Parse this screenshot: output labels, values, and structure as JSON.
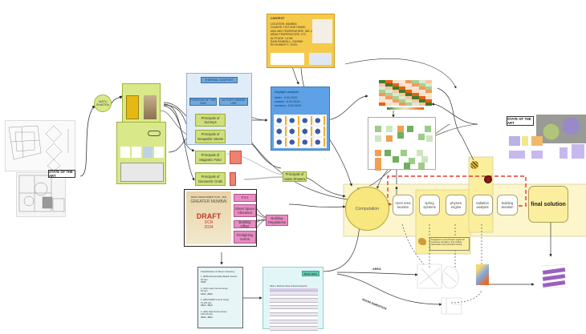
{
  "state_of_art_left": {
    "label": "STATE OF THE ART"
  },
  "vastu": {
    "label": "VASTU SHASTRA"
  },
  "thermal": {
    "title": "THERMAL COMFORT",
    "left": "POSITION OF THE SUN",
    "right": "ACTIVITY BASED USE"
  },
  "principles": [
    {
      "label": "Principals of Sunrays"
    },
    {
      "label": "Principals of Geopathic Stress"
    },
    {
      "label": "Principals of Magnetic Field"
    },
    {
      "label": "Principals of Geometric Grids"
    }
  ],
  "vastu_principles": {
    "label": "Principals of Vastu Shastra"
  },
  "context": {
    "title": "CONTEXT",
    "lines": [
      "LOCATION: MUMBAI",
      "CLIMATE: HOT AND HUMID",
      "MAX-MIN TEMPERATURE: 35C-18",
      "MEAN TEMPERATURE: 27C",
      "ALTITUDE: 14.0M",
      "RAIN RAINFALL: 2422MM",
      "RH HUMIDITY: 75.8%"
    ]
  },
  "daylight": {
    "title": "Daylight analysis",
    "lines": [
      "winter - 9.00-15:00",
      "summer - 6.00-15:00",
      "monsoon - 6.00-15:00"
    ]
  },
  "dcr": {
    "lines": [
      "DRAFT DEVELOPMENT PLAN - 2034",
      "GREATER MUMBAI",
      "DRAFT",
      "DCR",
      "2034"
    ]
  },
  "dcr_items": [
    {
      "label": "F.S.I"
    },
    {
      "label": "Street Space Allocation"
    },
    {
      "label": "Building Offset"
    },
    {
      "label": "Firefighting norms"
    }
  ],
  "building_regulations": {
    "label": "Building Regulations"
  },
  "classification": {
    "title": "Classification of Room Housing",
    "items": [
      "1. (EWS) Economically Weaker Section\n   30 sqm\n   1BHK",
      "2. (LIG) Lower Income Group\n   60 sqm\n   1BHK, 2BHK",
      "3. (MIG) Middle Income Group\n   70-120 sqm\n   2BHK, 3BHK",
      "4. (HIG) High Income Group\n   120-170 sqm\n   3BHK, 4BHK"
    ]
  },
  "room_sizes": {
    "label": "Room sizes",
    "table_title": "Table 1: Minimum Sizes of Rooms Required"
  },
  "computation": {
    "label": "Computation"
  },
  "processes": [
    {
      "label": "room area location"
    },
    {
      "label": "spring systems"
    },
    {
      "label": "physics engine"
    },
    {
      "label": "radiation analysis"
    },
    {
      "label": "building iteration"
    }
  ],
  "final_solution": {
    "label": "final solution"
  },
  "state_of_art_right": {
    "label": "STATE OF THE ART"
  },
  "kangaroo_note": {
    "text": "Kangaroo is a Live Physics engine for interactive simulation, form-finding, optimization and constraint solving"
  },
  "arrows": {
    "area": "AREA",
    "room_dimension": "ROOM DIMENTION"
  },
  "colors": {
    "lime": "#d9e98a",
    "pink": "#e98cc3",
    "blue": "#6ea7dd",
    "yellow": "#fbeea0",
    "context": "#f5c94a",
    "red_dash": "#e53b2a"
  }
}
